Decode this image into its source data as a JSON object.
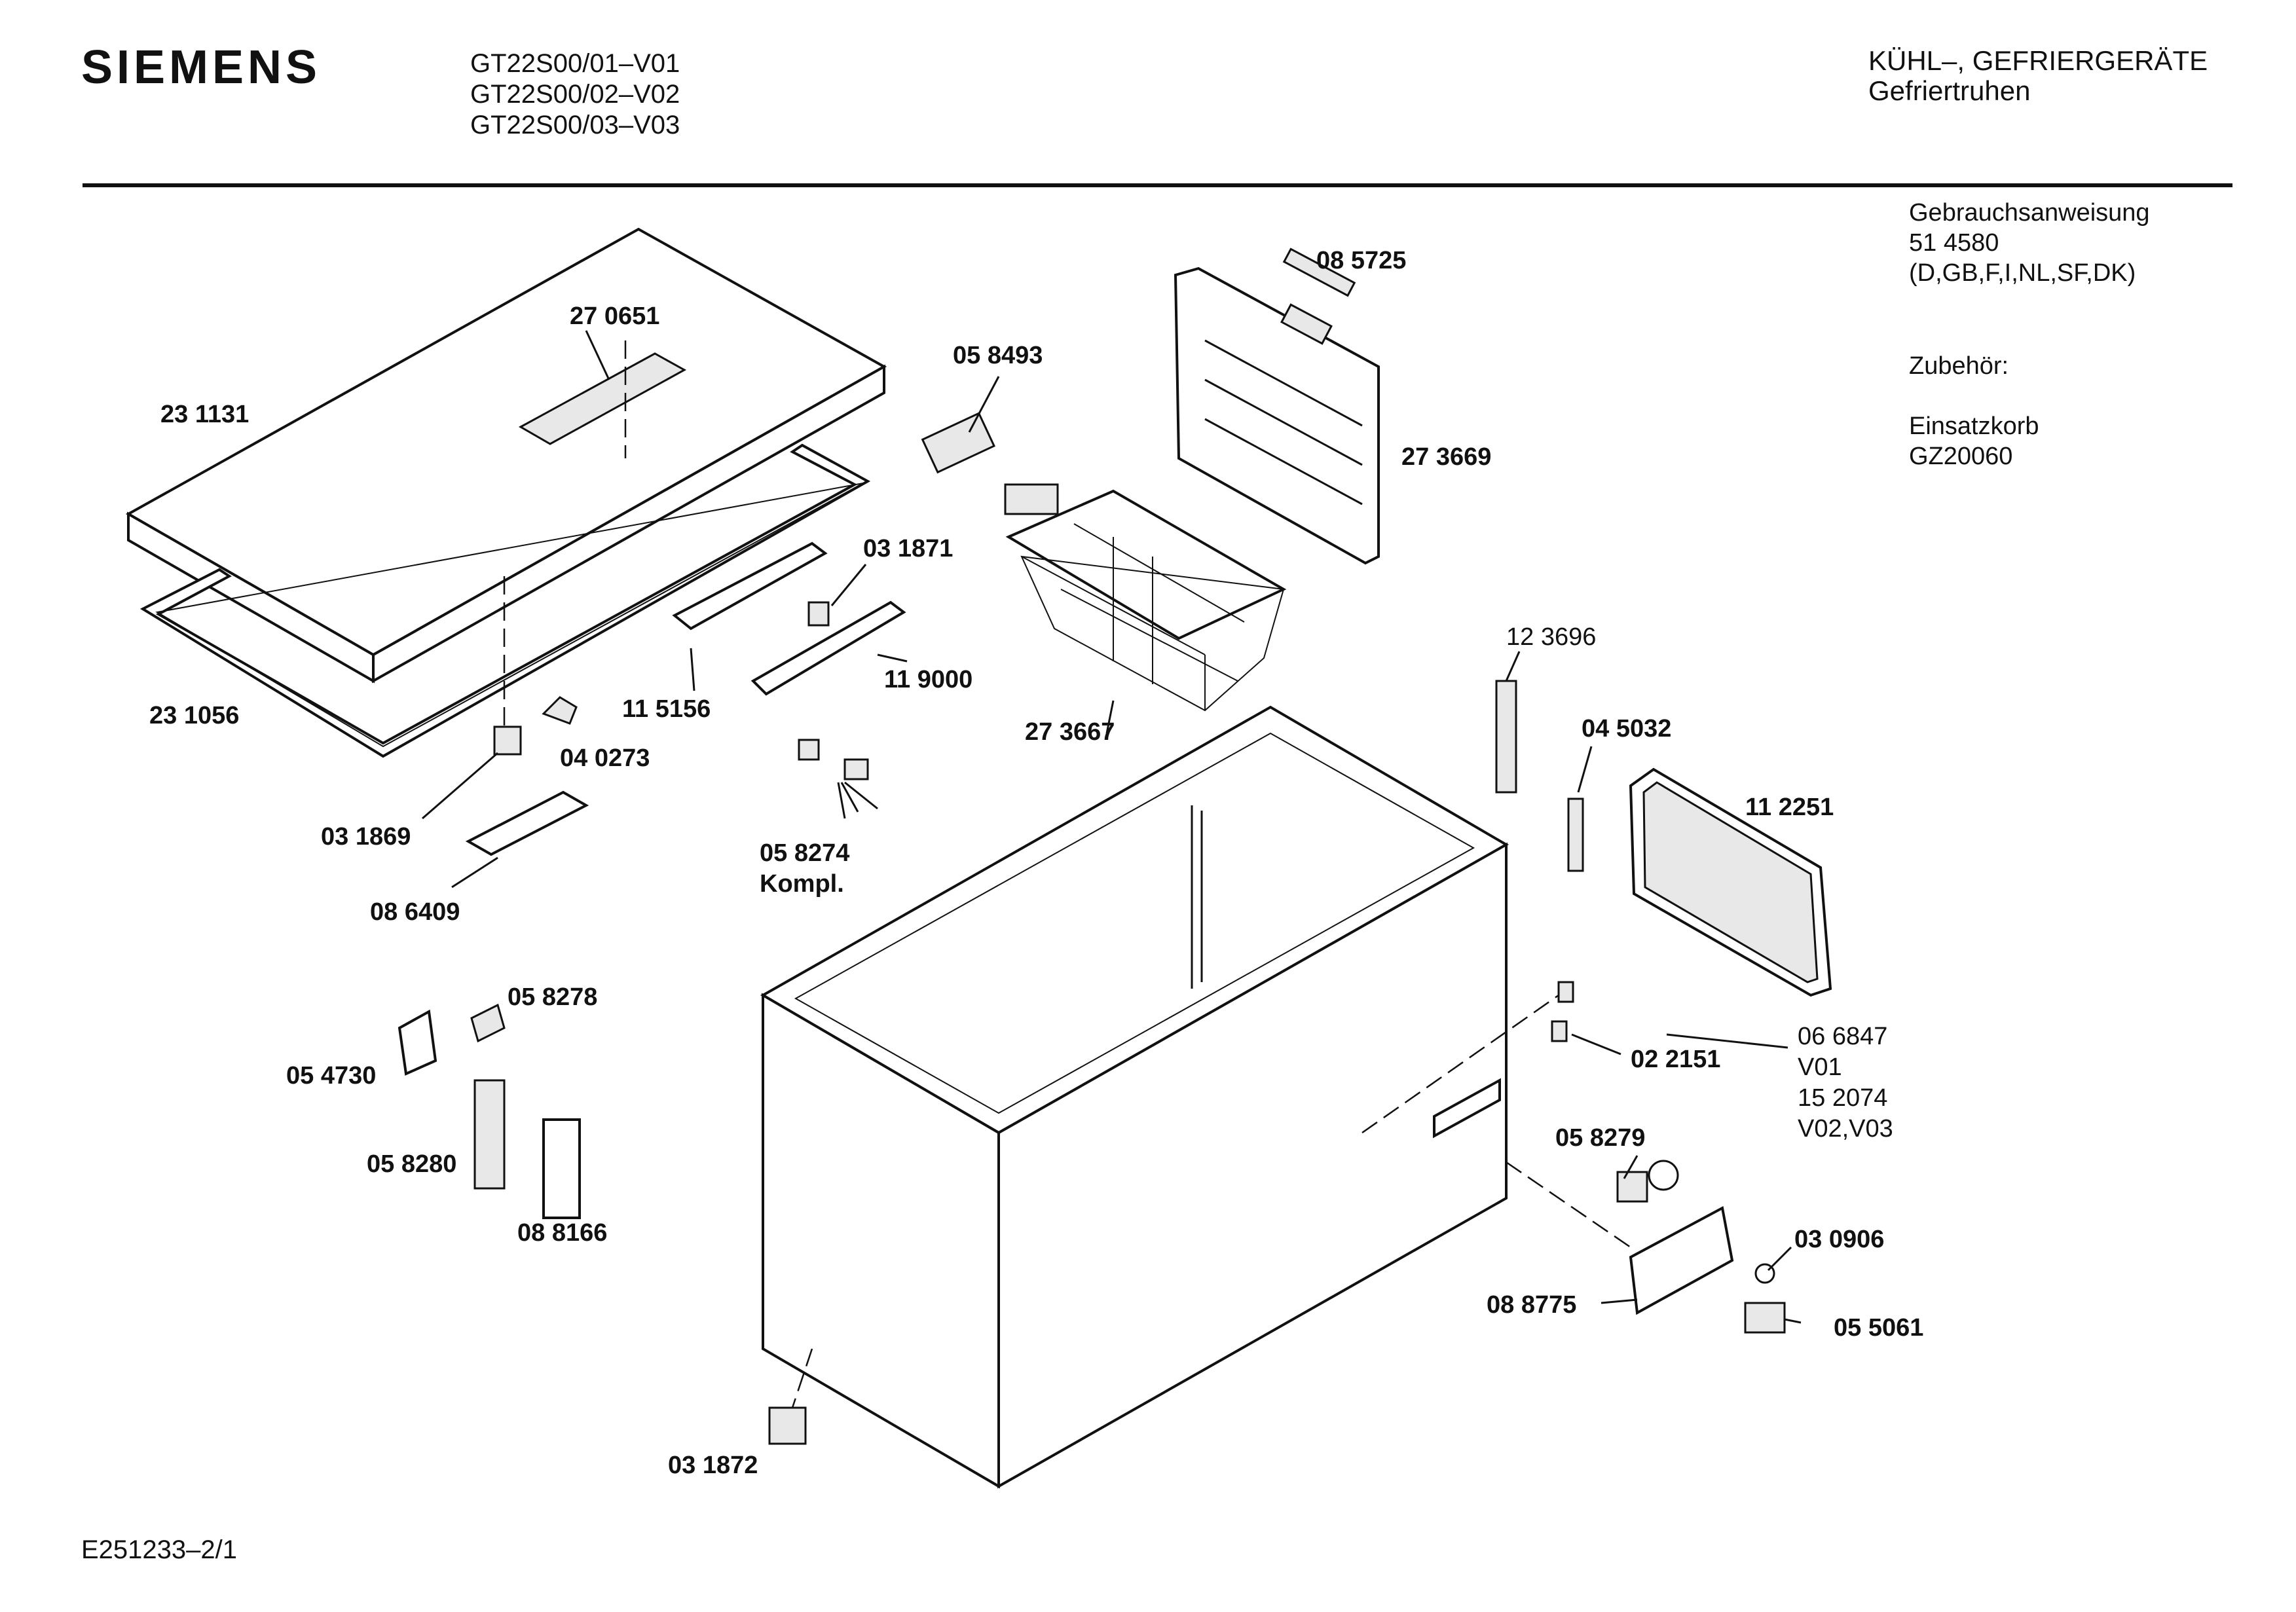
{
  "header": {
    "brand": "SIEMENS",
    "models": [
      "GT22S00/01–V01",
      "GT22S00/02–V02",
      "GT22S00/03–V03"
    ],
    "category": "KÜHL–, GEFRIERGERÄTE",
    "subcategory": "Gefriertruhen"
  },
  "info": {
    "manual_title": "Gebrauchsanweisung",
    "manual_number": "51 4580",
    "manual_languages": "(D,GB,F,I,NL,SF,DK)",
    "accessories_title": "Zubehör:",
    "accessory_name": "Einsatzkorb",
    "accessory_number": "GZ20060"
  },
  "parts": {
    "p270651": "27 0651",
    "p231131": "23 1131",
    "p231056": "23 1056",
    "p058493": "05 8493",
    "p085725": "08 5725",
    "p273669": "27 3669",
    "p031871": "03 1871",
    "p115156": "11 5156",
    "p119000": "11 9000",
    "p273667": "27 3667",
    "p040273": "04 0273",
    "p031869": "03 1869",
    "p086409": "08 6409",
    "p058274": "05 8274",
    "p058274_sub": "Kompl.",
    "p123696": "12 3696",
    "p045032": "04 5032",
    "p112251": "11 2251",
    "p058278": "05 8278",
    "p054730": "05 4730",
    "p058280": "05 8280",
    "p088166": "08 8166",
    "p066847": "06 6847",
    "p066847_v": "V01",
    "p152074": "15 2074",
    "p152074_v": "V02,V03",
    "p022151": "02 2151",
    "p058279": "05 8279",
    "p030906": "03 0906",
    "p088775": "08 8775",
    "p055061": "05 5061",
    "p031872": "03 1872"
  },
  "footer": {
    "code": "E251233–2/1"
  }
}
